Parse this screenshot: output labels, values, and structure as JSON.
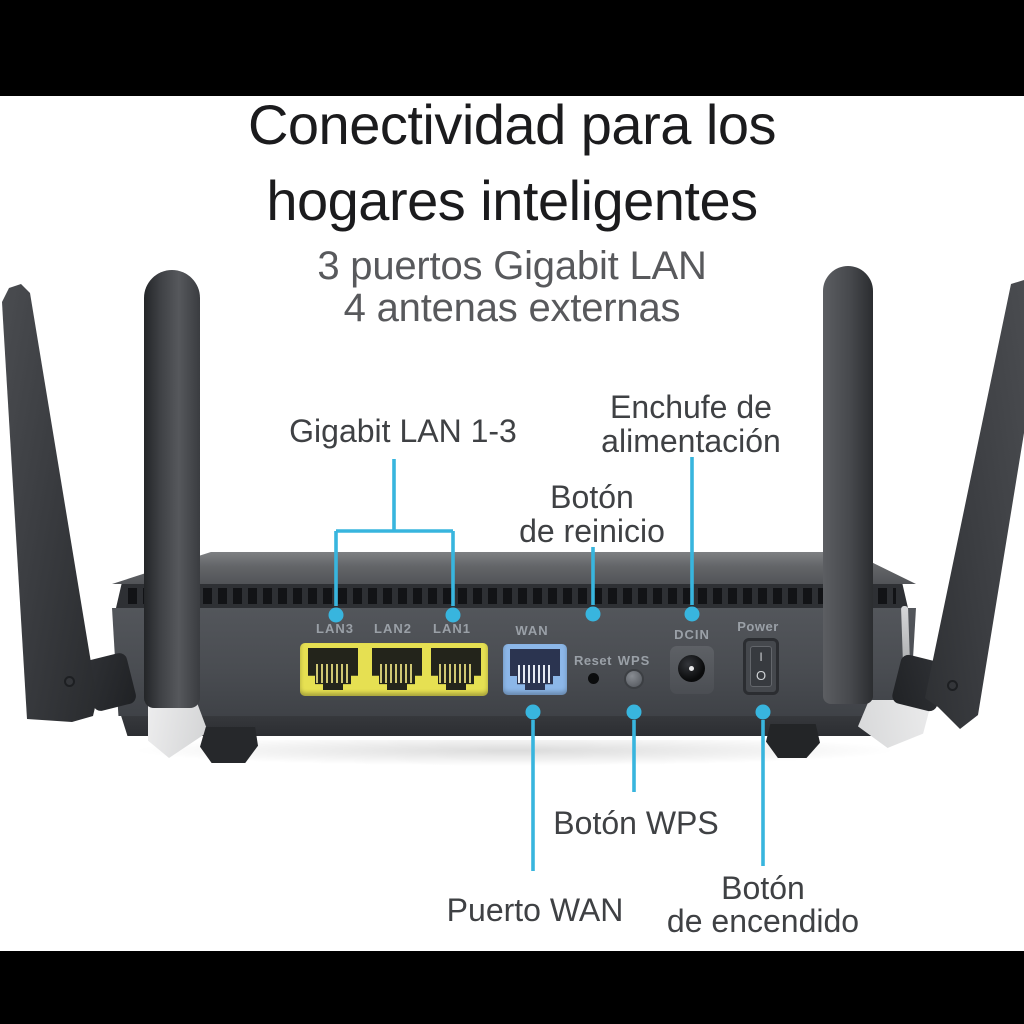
{
  "page": {
    "background": "#ffffff",
    "letterbox_color": "#000000"
  },
  "colors": {
    "accent": "#38b5de",
    "lan_port": "#e6e052",
    "wan_port": "#8cb7e8"
  },
  "header": {
    "title_line1": "Conectividad para los",
    "title_line2": "hogares inteligentes",
    "subtitle_line1": "3 puertos Gigabit LAN",
    "subtitle_line2": "4 antenas externas"
  },
  "callouts": {
    "gigabit_lan": {
      "label": "Gigabit LAN 1-3"
    },
    "reset_button": {
      "line1": "Botón",
      "line2": "de reinicio"
    },
    "power_jack": {
      "line1": "Enchufe de",
      "line2": "alimentación"
    },
    "wan_port": {
      "label": "Puerto WAN"
    },
    "wps_button": {
      "label": "Botón WPS"
    },
    "power_switch": {
      "line1": "Botón",
      "line2": "de encendido"
    }
  },
  "router": {
    "port_labels": {
      "lan3": "LAN3",
      "lan2": "LAN2",
      "lan1": "LAN1",
      "wan": "WAN",
      "reset": "Reset",
      "wps": "WPS",
      "dcin": "DCIN",
      "power": "Power"
    },
    "power_switch": {
      "on_symbol": "I",
      "off_symbol": "O"
    }
  }
}
